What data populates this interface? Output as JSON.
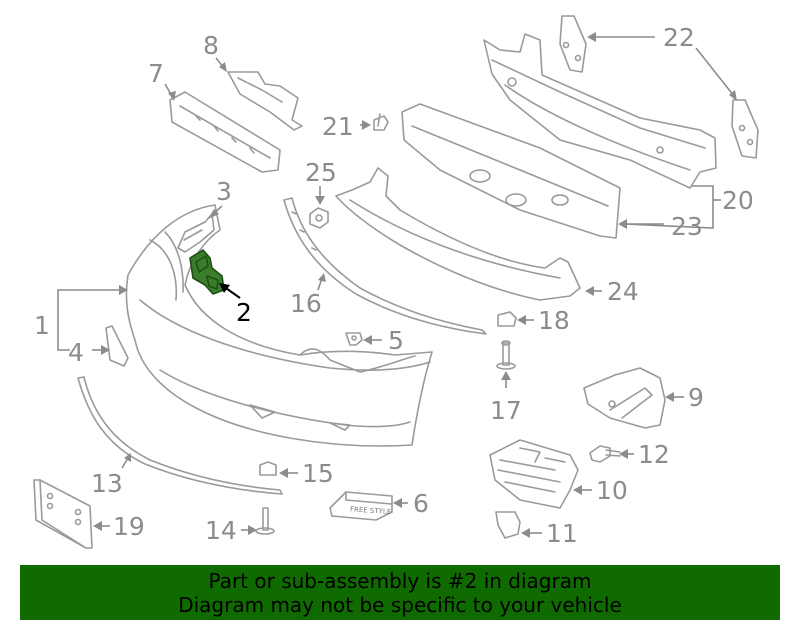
{
  "diagram": {
    "highlight_color": "#3a7d2a",
    "callouts": [
      {
        "id": "1",
        "text": "1"
      },
      {
        "id": "2",
        "text": "2"
      },
      {
        "id": "3",
        "text": "3"
      },
      {
        "id": "4",
        "text": "4"
      },
      {
        "id": "5",
        "text": "5"
      },
      {
        "id": "6",
        "text": "6"
      },
      {
        "id": "7",
        "text": "7"
      },
      {
        "id": "8",
        "text": "8"
      },
      {
        "id": "9",
        "text": "9"
      },
      {
        "id": "10",
        "text": "10"
      },
      {
        "id": "11",
        "text": "11"
      },
      {
        "id": "12",
        "text": "12"
      },
      {
        "id": "13",
        "text": "13"
      },
      {
        "id": "14",
        "text": "14"
      },
      {
        "id": "15",
        "text": "15"
      },
      {
        "id": "16",
        "text": "16"
      },
      {
        "id": "17",
        "text": "17"
      },
      {
        "id": "18",
        "text": "18"
      },
      {
        "id": "19",
        "text": "19"
      },
      {
        "id": "20",
        "text": "20"
      },
      {
        "id": "21",
        "text": "21"
      },
      {
        "id": "22",
        "text": "22"
      },
      {
        "id": "23",
        "text": "23"
      },
      {
        "id": "24",
        "text": "24"
      },
      {
        "id": "25",
        "text": "25"
      }
    ],
    "label_6_text": "FREE STYLE"
  },
  "banner": {
    "color": "#0f6b00",
    "line1": "Part or sub-assembly is #2 in diagram",
    "line2": "Diagram may not be specific to your vehicle"
  }
}
